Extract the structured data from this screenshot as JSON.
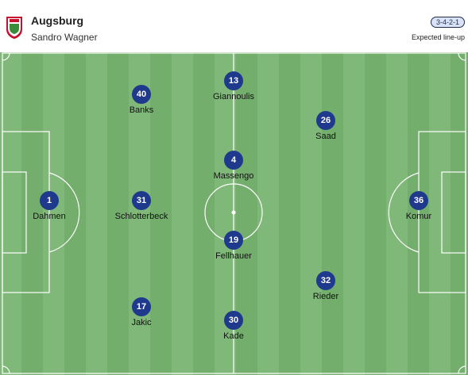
{
  "header": {
    "team_name": "Augsburg",
    "coach": "Sandro Wagner",
    "formation": "3-4-2-1",
    "lineup_label": "Expected line-up"
  },
  "players": [
    {
      "number": "40",
      "name": "Banks"
    },
    {
      "number": "13",
      "name": "Giannoulis"
    },
    {
      "number": "26",
      "name": "Saad"
    },
    {
      "number": "4",
      "name": "Massengo"
    },
    {
      "number": "1",
      "name": "Dahmen"
    },
    {
      "number": "31",
      "name": "Schlotterbeck"
    },
    {
      "number": "36",
      "name": "Komur"
    },
    {
      "number": "19",
      "name": "Fellhauer"
    },
    {
      "number": "32",
      "name": "Rieder"
    },
    {
      "number": "17",
      "name": "Jakic"
    },
    {
      "number": "30",
      "name": "Kade"
    }
  ],
  "colors": {
    "player_badge": "#1f3a8c",
    "pitch_light": "#7fb878",
    "pitch_dark": "#74ae6d",
    "formation_badge": "#d9e2f7"
  }
}
